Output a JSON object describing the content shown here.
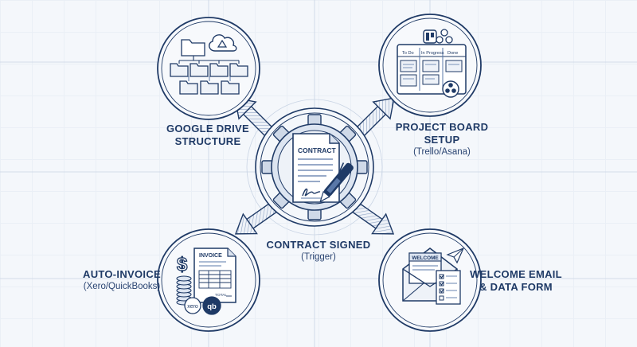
{
  "center": {
    "title": "CONTRACT SIGNED",
    "subtitle": "(Trigger)",
    "document_label": "CONTRACT"
  },
  "nodes": {
    "drive": {
      "title_line1": "GOOGLE DRIVE",
      "title_line2": "STRUCTURE"
    },
    "board": {
      "title": "PROJECT BOARD SETUP",
      "subtitle": "(Trello/Asana)",
      "columns": [
        "To Do",
        "In Progress",
        "Done"
      ]
    },
    "invoice": {
      "title": "AUTO-INVOICE",
      "subtitle": "(Xero/QuickBooks)",
      "document_label": "INVOICE",
      "total_label": "TOTAL",
      "xero_label": "xero",
      "qb_label": "qb"
    },
    "email": {
      "title_line1": "WELCOME EMAIL",
      "title_line2": "& DATA FORM",
      "banner_label": "WELCOME"
    }
  },
  "colors": {
    "ink": "#1f3a66",
    "mid": "#5a78a8",
    "light": "#d6e0ee",
    "paper": "#ffffff",
    "background": "#f4f7fb"
  }
}
